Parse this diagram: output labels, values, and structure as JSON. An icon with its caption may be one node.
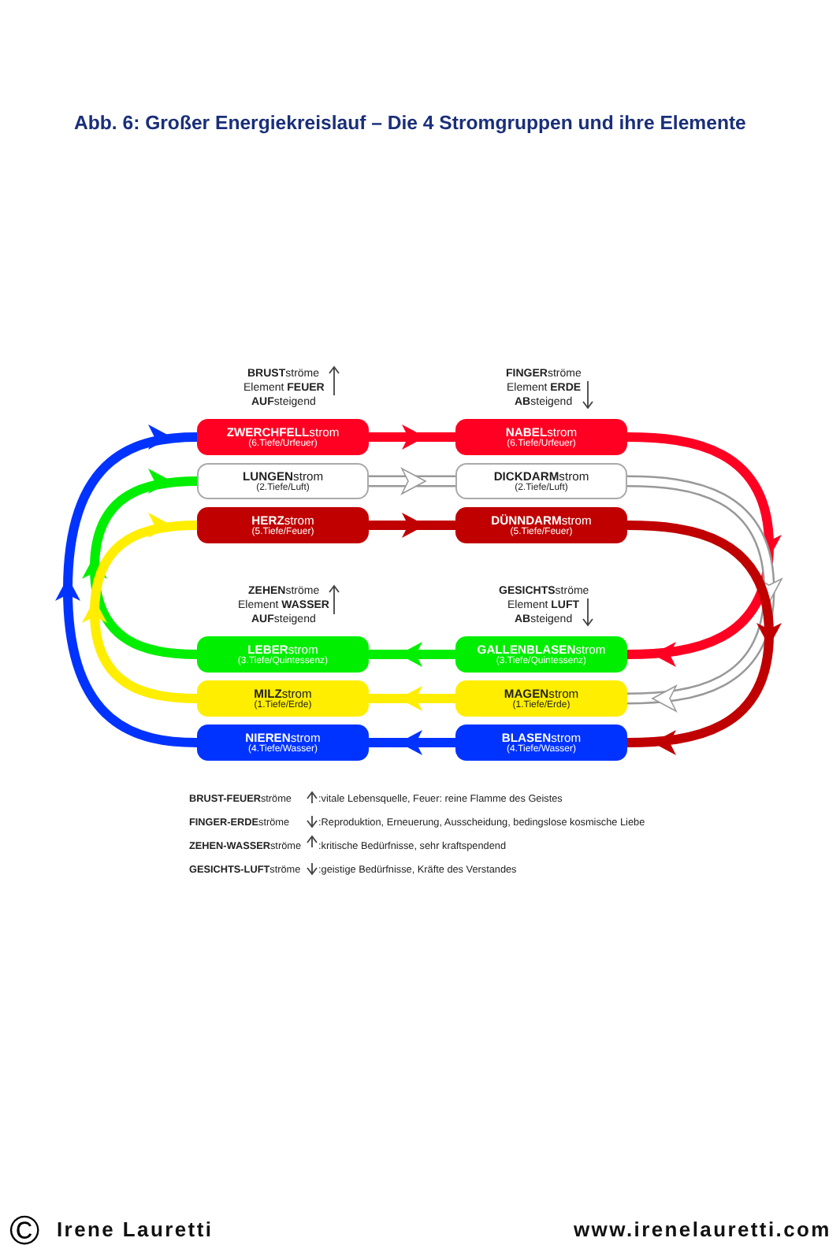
{
  "diagram": {
    "title": "Abb. 6: Großer Energiekreislauf – Die 4 Stromgruppen und ihre Elemente",
    "nodes": [
      {
        "text": [
          "**ZWERCHFELL**strom",
          "(6.Tiefe/Urfeuer)"
        ]
      },
      {
        "text": [
          "**NABEL**strom",
          "(6.Tiefe/Urfeuer)"
        ]
      },
      {
        "text": [
          "**LUNGEN**strom",
          "(2.Tiefe/Luft)"
        ]
      },
      {
        "text": [
          "**DICKDARM**strom",
          "(2.Tiefe/Luft)"
        ]
      },
      {
        "text": [
          "**HERZ**strom",
          "(5.Tiefe/Feuer)"
        ]
      },
      {
        "text": [
          "**DÜNNDARM**strom",
          "(5.Tiefe/Feuer)"
        ]
      },
      {
        "text": [
          "**LEBER**strom",
          "(3.Tiefe/Quintessenz)"
        ]
      },
      {
        "text": [
          "**GALLENBLASEN**strom",
          "(3.Tiefe/Quintessenz)"
        ]
      },
      {
        "text": [
          "**MILZ**strom",
          "(1.Tiefe/Erde)"
        ]
      },
      {
        "text": [
          "**MAGEN**strom",
          "(1.Tiefe/Erde)"
        ]
      },
      {
        "text": [
          "**NIEREN**strom",
          "(4.Tiefe/Wasser)"
        ]
      },
      {
        "text": [
          "**BLASEN**strom",
          "(4.Tiefe/Wasser)"
        ]
      }
    ],
    "edges": [
      {
        "from": 0,
        "to": 1,
        "arrow": "to",
        "color": "#ff0022"
      },
      {
        "from": 1,
        "to": 7,
        "arrow": "to",
        "color": "#ff0022"
      },
      {
        "from": 7,
        "to": 6,
        "arrow": "to",
        "color": "#00ee00"
      },
      {
        "from": 6,
        "to": 2,
        "arrow": "to",
        "color": "#00ee00"
      },
      {
        "from": 2,
        "to": 3,
        "arrow": "to",
        "color": "#ffffff"
      },
      {
        "from": 3,
        "to": 9,
        "arrow": "to",
        "color": "#ffffff"
      },
      {
        "from": 9,
        "to": 8,
        "arrow": "to",
        "color": "#ffee00"
      },
      {
        "from": 8,
        "to": 4,
        "arrow": "to",
        "color": "#ffee00"
      },
      {
        "from": 4,
        "to": 5,
        "arrow": "to",
        "color": "#c00000"
      },
      {
        "from": 5,
        "to": 11,
        "arrow": "to",
        "color": "#c00000"
      },
      {
        "from": 11,
        "to": 10,
        "arrow": "to",
        "color": "#0033ff"
      },
      {
        "from": 10,
        "to": 0,
        "arrow": "to",
        "color": "#0033ff"
      }
    ],
    "labels": [
      "**BRUST**ströme",
      "Element **FEUER**",
      "**AUF**steigend",
      "**FINGER**ströme",
      "Element **ERDE**",
      "**AB**steigend",
      "**ZEHEN**ströme",
      "Element **WASSER**",
      "**AUF**steigend",
      "**GESICHTS**ströme",
      "Element **LUFT**",
      "**AB**steigend",
      "**BRUST-FEUER**ströme",
      ":vitale Lebensquelle, Feuer: reine Flamme des Geistes",
      "**FINGER-ERDE**ströme",
      ":Reproduktion, Erneuerung, Ausscheidung, bedingslose kosmische Liebe",
      "**ZEHEN-WASSER**ströme",
      ":kritische Bedürfnisse, sehr kraftspendend",
      "**GESICHTS-LUFT**ströme",
      ":geistige Bedürfnisse, Kräfte des Verstandes",
      "©",
      "Irene Lauretti",
      "www.irenelauretti.com"
    ]
  }
}
